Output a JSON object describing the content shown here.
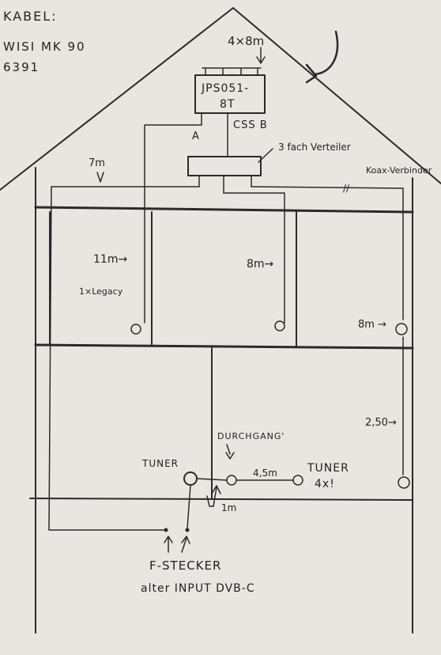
{
  "header": {
    "kabel": "KABEL:",
    "model": "WISI MK 90",
    "code": "6391"
  },
  "top": {
    "cable_top": "4×8m",
    "switch_line1": "JPS051-",
    "switch_line2": "8T",
    "port_a": "A",
    "port_b": "CSS B"
  },
  "splitter": {
    "label": "3 fach Verteiler",
    "koax": "Koax-Verbinder",
    "koax_mark": "//"
  },
  "lengths": {
    "left_run": "7m",
    "room1": "11m→",
    "room1_note": "1×Legacy",
    "room2": "8m→",
    "room3": "8m →",
    "lower_right": "2,50→",
    "tuner_gap": "4,5m",
    "short_run": "1m"
  },
  "ground": {
    "tuner_left": "TUNER",
    "durchgang": "DURCHGANG'",
    "tuner_right": "TUNER",
    "tuner_right_count": "4x!",
    "f_stecker": "F-STECKER",
    "input": "alter INPUT DVB-C"
  },
  "colors": {
    "paper": "#e9e6e2",
    "ink": "#2a2a2a"
  }
}
